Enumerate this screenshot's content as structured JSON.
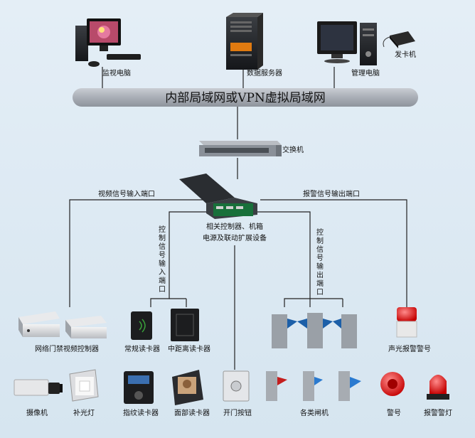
{
  "computers": {
    "monitor_pc": "监视电脑",
    "data_server": "数据服务器",
    "admin_pc": "管理电脑",
    "card_issuer": "发卡机"
  },
  "network": {
    "lan_label": "内部局域网或VPN虚拟局域网",
    "switch": "交换机"
  },
  "controller": {
    "line1": "相关控制器、机箱",
    "line2": "电源及联动扩展设备"
  },
  "ports": {
    "video_in": "视频信号输入端口",
    "alarm_out": "报警信号输出端口",
    "control_in": [
      "控",
      "制",
      "信",
      "号",
      "输",
      "入",
      "端",
      "口"
    ],
    "control_out": [
      "控",
      "制",
      "信",
      "号",
      "输",
      "出",
      "端",
      "口"
    ]
  },
  "devices_row1": {
    "video_controller": "网络门禁视频控制器",
    "normal_reader": "常规读卡器",
    "mid_reader": "中距离读卡器",
    "alarm_siren": "声光报警警号"
  },
  "devices_row2": {
    "camera": "摄像机",
    "fill_light": "补光灯",
    "fingerprint_reader": "指纹读卡器",
    "face_reader": "面部读卡器",
    "exit_button": "开门按钮",
    "gates": "各类闸机",
    "alarm": "警号",
    "alarm_lamp": "报警警灯"
  }
}
